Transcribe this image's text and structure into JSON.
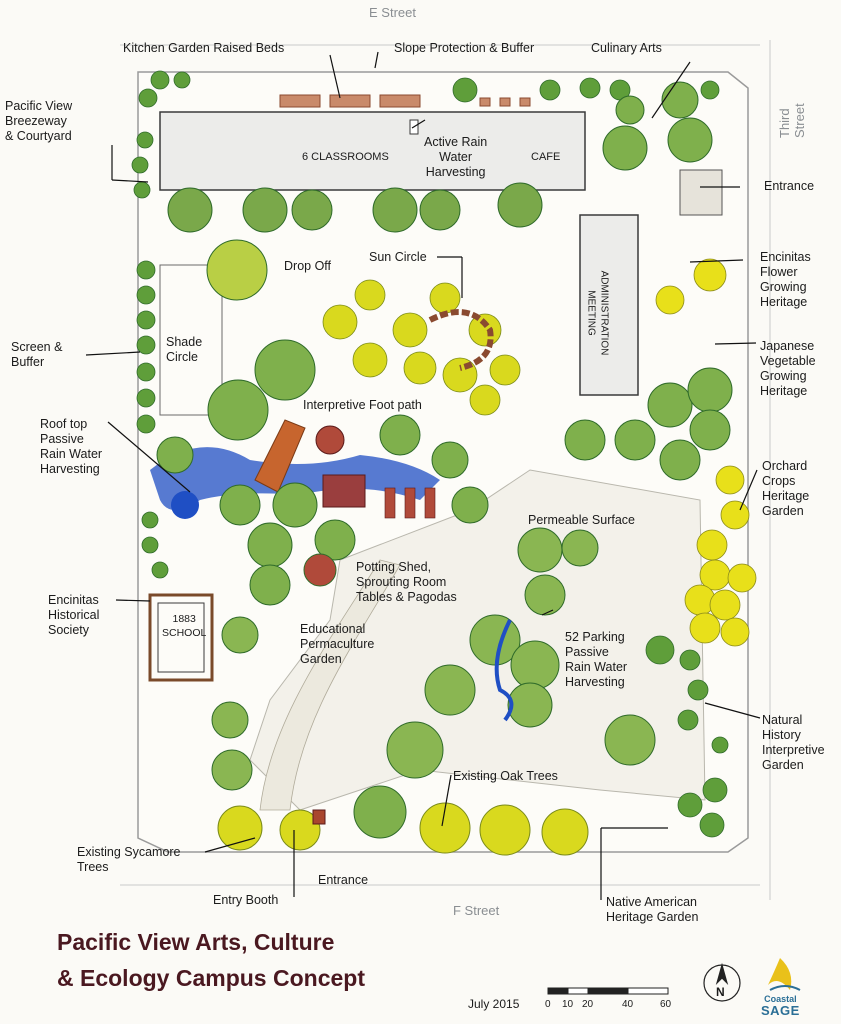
{
  "streets": {
    "north": "E Street",
    "east": "Third Street",
    "south": "F Street"
  },
  "labels": {
    "kitchen_garden": "Kitchen Garden Raised Beds",
    "slope_protection": "Slope Protection & Buffer",
    "culinary_arts": "Culinary Arts",
    "breezeway": "Pacific View\nBreezeway\n& Courtyard",
    "classrooms": "6 CLASSROOMS",
    "active_rain": "Active Rain\nWater\nHarvesting",
    "cafe": "CAFE",
    "entrance_east": "Entrance",
    "drop_off": "Drop Off",
    "sun_circle": "Sun Circle",
    "administration": "ADMINISTRATION\nMEETING",
    "flower_heritage": "Encinitas\nFlower\nGrowing\nHeritage",
    "screen_buffer": "Screen &\nBuffer",
    "shade_circle": "Shade\nCircle",
    "japanese_heritage": "Japanese\nVegetable\nGrowing\nHeritage",
    "footpath": "Interpretive Foot path",
    "roof_rain": "Roof top\nPassive\nRain Water\nHarvesting",
    "orchard": "Orchard\nCrops\nHeritage\nGarden",
    "permeable": "Permeable Surface",
    "potting_shed": "Potting Shed,\nSprouting Room\nTables & Pagodas",
    "historical_society": "Encinitas\nHistorical\nSociety",
    "school": "1883\nSCHOOL",
    "permaculture": "Educational\nPermaculture\nGarden",
    "parking": "52 Parking\nPassive\nRain Water\nHarvesting",
    "natural_history": "Natural\nHistory\nInterpretive\nGarden",
    "oak_trees": "Existing Oak Trees",
    "sycamore": "Existing Sycamore\nTrees",
    "entrance_south": "Entrance",
    "entry_booth": "Entry Booth",
    "native_american": "Native American\nHeritage Garden"
  },
  "title": "Pacific View Arts, Culture\n& Ecology Campus Concept",
  "date": "July 2015",
  "scale": [
    "0",
    "10",
    "20",
    "40",
    "60"
  ],
  "north": "N",
  "logo": {
    "line1": "Coastal",
    "line2": "SAGE"
  },
  "colors": {
    "tree_green": "#5f9e3a",
    "tree_dark": "#2f6b2a",
    "tree_yellow": "#d9d91e",
    "water_blue": "#1f4fc4",
    "building_gray": "#e9e9e6",
    "title_maroon": "#4a1820",
    "brick": "#a9462e"
  }
}
